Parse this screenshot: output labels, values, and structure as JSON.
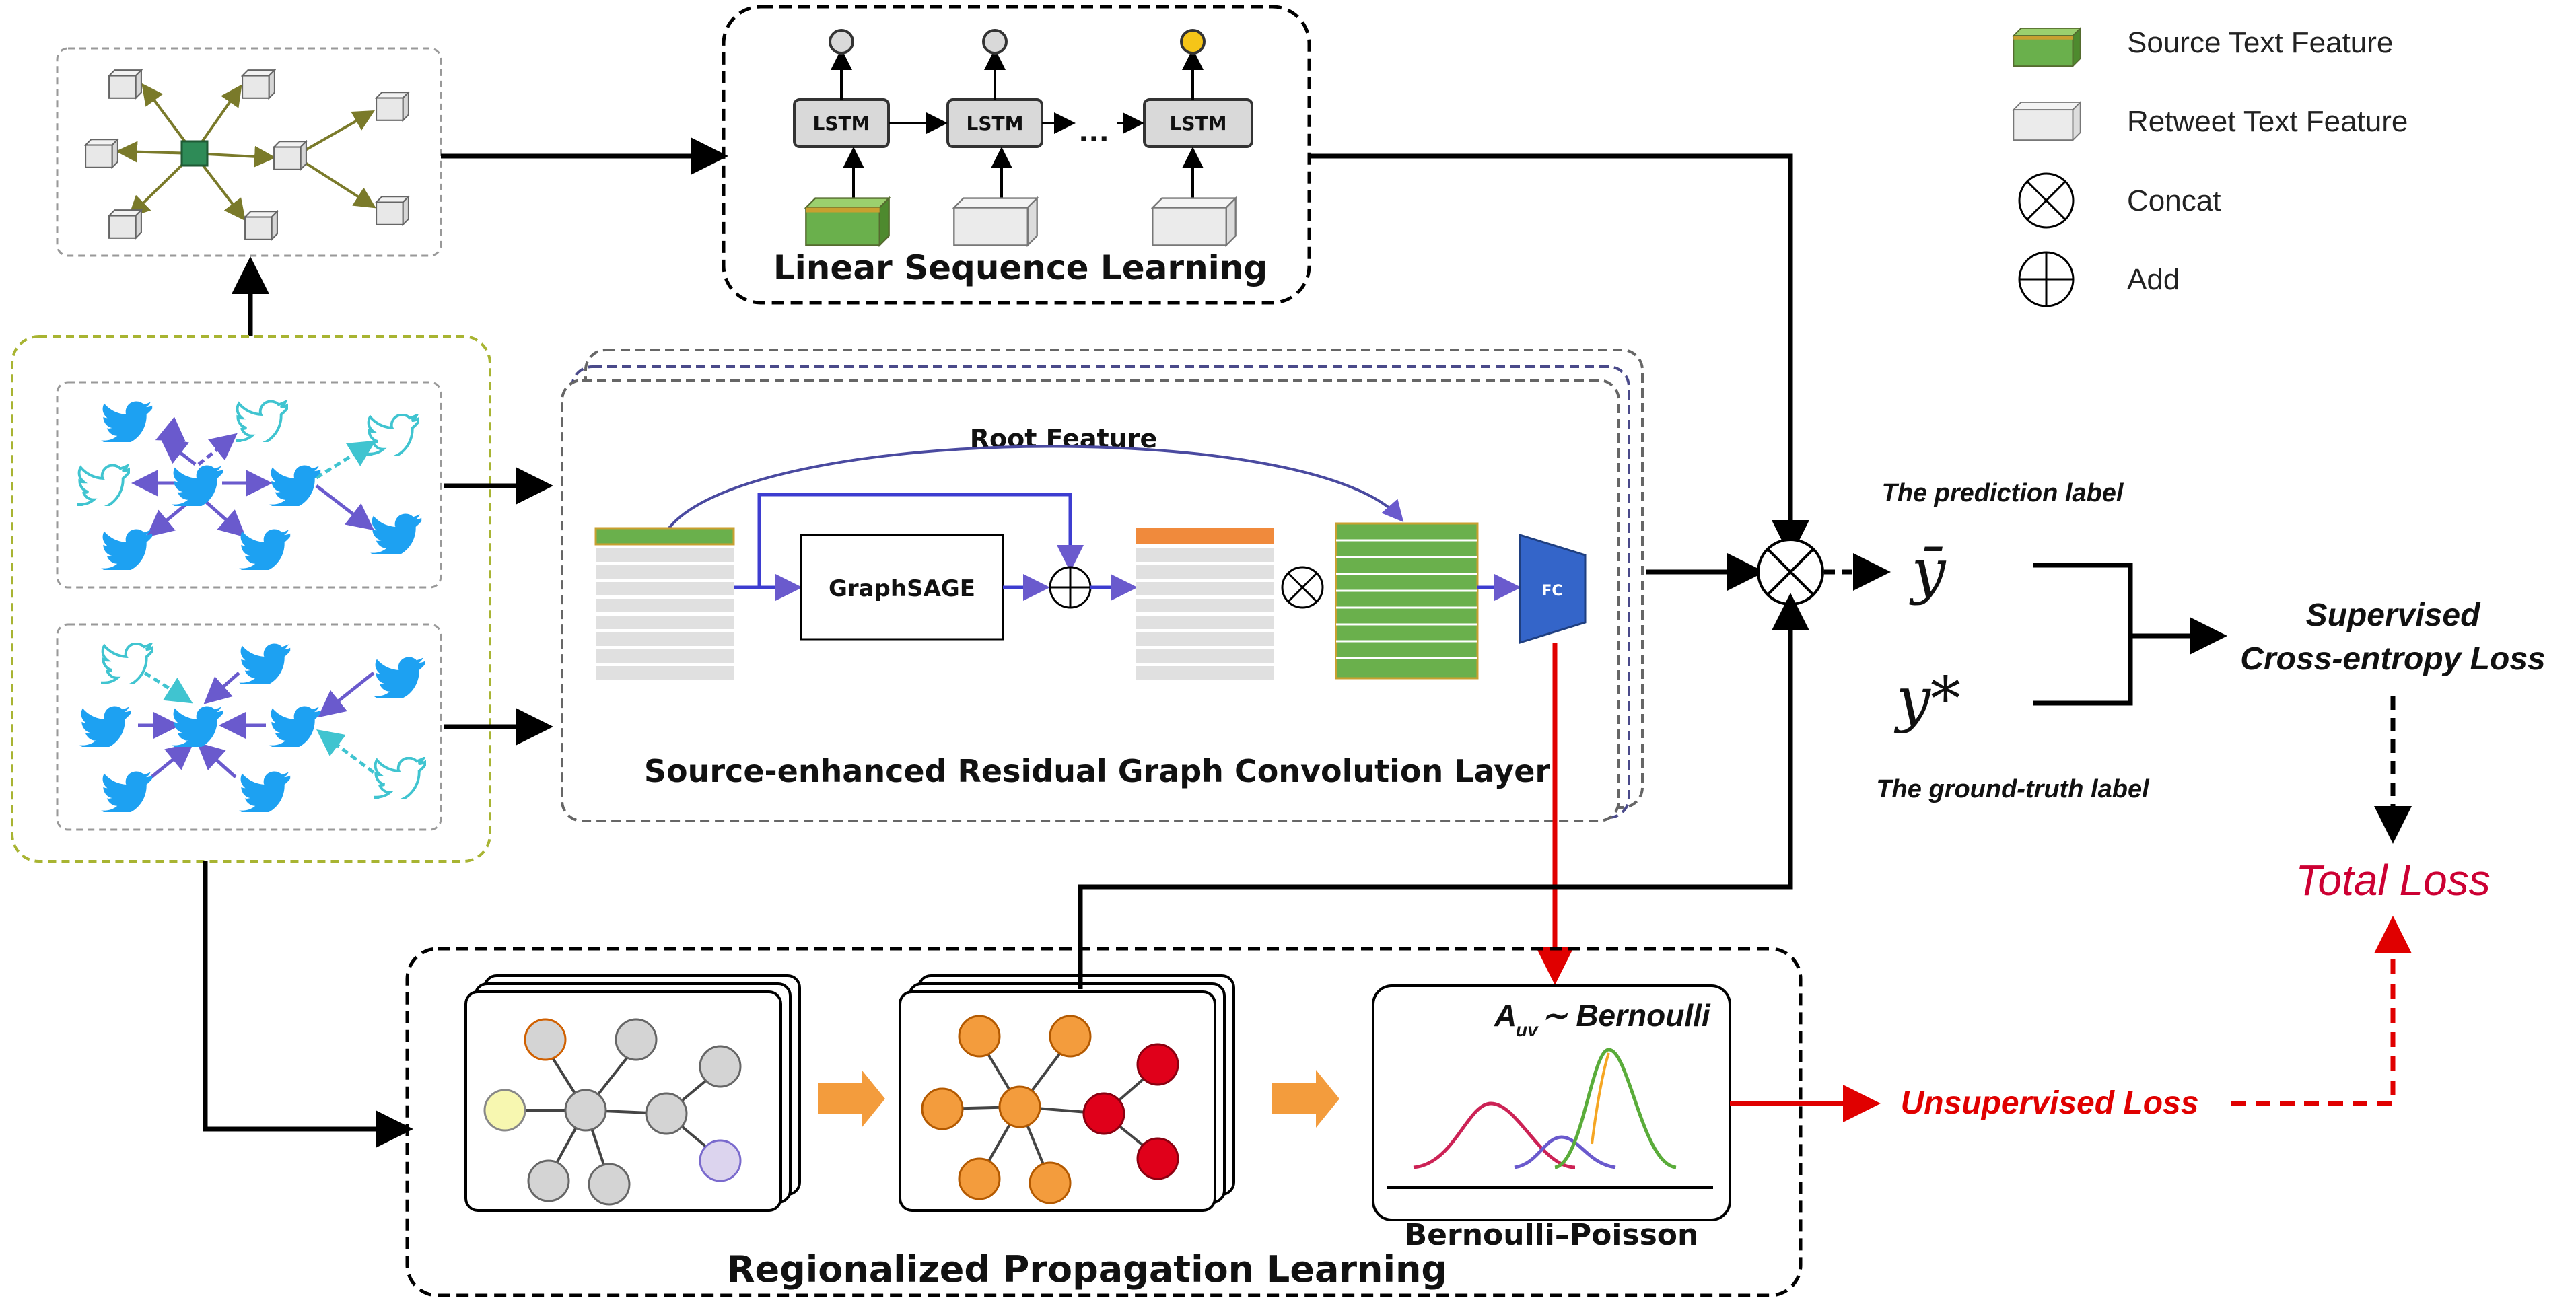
{
  "legend": {
    "source_text_feature": "Source Text Feature",
    "retweet_text_feature": "Retweet Text Feature",
    "concat": "Concat",
    "add": "Add"
  },
  "linear_sequence": {
    "title": "Linear Sequence Learning",
    "lstm_label": "LSTM",
    "ellipsis": "..."
  },
  "graph_conv": {
    "title": "Source-enhanced Residual Graph Convolution  Layer",
    "root_feature": "Root Feature",
    "graphsage": "GraphSAGE",
    "fc": "FC"
  },
  "prediction": {
    "prediction_label": "The prediction label",
    "ground_truth_label": "The ground-truth label",
    "y_bar": "ȳ",
    "y_star": "y*"
  },
  "losses": {
    "supervised_line1": "Supervised",
    "supervised_line2": "Cross-entropy Loss",
    "total": "Total Loss",
    "unsupervised": "Unsupervised Loss"
  },
  "regional": {
    "title": "Regionalized Propagation Learning",
    "bernoulli_title_a": "A",
    "bernoulli_title_sub": "uv",
    "bernoulli_title_rest": "∼ Bernoulli",
    "bernoulli_poisson": "Bernoulli–Poisson"
  },
  "colors": {
    "source_feature": "#6ab04c",
    "retweet_feature": "#e6e6e6",
    "twitter_blue": "#1da1f2",
    "arrow_purple": "#6a5acd",
    "loss_red": "#cc0000",
    "node_orange": "#f39c3d",
    "node_red": "#e0001a",
    "fc_blue": "#3465c9"
  }
}
